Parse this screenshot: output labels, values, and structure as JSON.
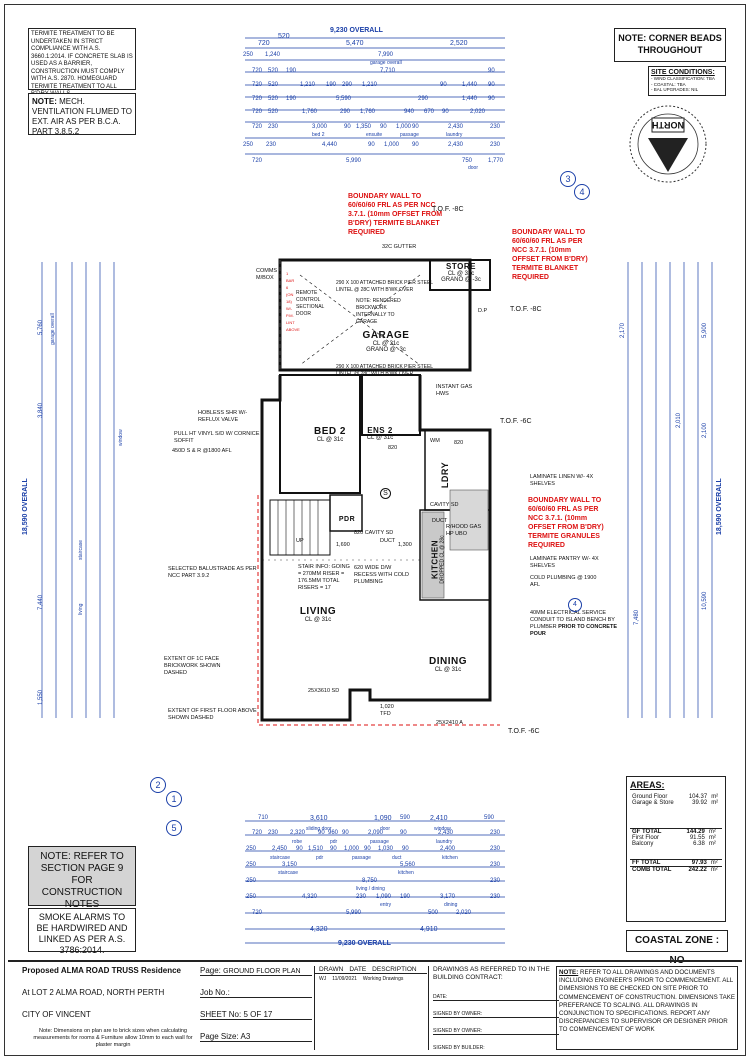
{
  "notes": {
    "termite": "TERMITE TREATMENT TO BE UNDERTAKEN IN STRICT COMPLIANCE WITH A.S. 3660.1:2014. IF CONCRETE SLAB IS USED AS A BARRIER, CONSTRUCTION MUST COMPLY WITH A.S. 2870. HOMEGUARD TERMITE TREATMENT TO ALL B'DRY WALLS",
    "ventilation_prefix": "NOTE:",
    "ventilation": "MECH. VENTILATION FLUMED TO EXT. AIR AS PER B.C.A. PART 3.8.5.2",
    "corner_beads": "NOTE: CORNER BEADS THROUGHOUT",
    "site_conditions_title": "SITE CONDITIONS:",
    "site_conditions": [
      "- WIND CLASSIFICATION: TBA",
      "- COASTAL: TBA",
      "- BAL UPGRADES: NIL"
    ],
    "refer_section": "NOTE: REFER TO SECTION PAGE 9 FOR CONSTRUCTION NOTES",
    "smoke_alarms": "SMOKE ALARMS TO BE HARDWIRED AND LINKED AS PER A.S. 3786:2014.",
    "coastal_zone": "COASTAL ZONE : NO",
    "north": "NORTH"
  },
  "boundary_notes": {
    "top": "BOUNDARY WALL TO 60/60/60 FRL AS PER NCC 3.7.1. (10mm OFFSET FROM B'DRY) TERMITE BLANKET REQUIRED",
    "right_top": "BOUNDARY WALL TO 60/60/60 FRL AS PER NCC 3.7.1. (10mm OFFSET FROM B'DRY) TERMITE BLANKET REQUIRED",
    "right_mid": "BOUNDARY WALL TO 60/60/60 FRL AS PER NCC 3.7.1. (10mm OFFSET FROM B'DRY) TERMITE GRANULES REQUIRED"
  },
  "top_dims": {
    "overall": "9,230 OVERALL",
    "row1": [
      "720",
      "520",
      "5,470",
      "2,520"
    ],
    "row2": [
      "250",
      "1,240",
      "7,990"
    ],
    "row2_caption": "garage overall",
    "row3": [
      "720",
      "520",
      "190",
      "7,710",
      "90"
    ],
    "row4": [
      "720",
      "520",
      "1,210",
      "190",
      "290",
      "1,210",
      "90",
      "1,440",
      "90"
    ],
    "row5": [
      "720",
      "520",
      "190",
      "5,590",
      "290",
      "1,440",
      "90"
    ],
    "row6": [
      "720",
      "520",
      "1,760",
      "290",
      "1,760",
      "940",
      "670",
      "90",
      "2,020"
    ],
    "row7": [
      "720",
      "230",
      "3,000",
      "90",
      "1,350",
      "90",
      "1,000",
      "90",
      "2,430",
      "230"
    ],
    "row7_caption": [
      "bed 2",
      "ensuite",
      "passage",
      "laundry"
    ],
    "row8": [
      "250",
      "230",
      "4,440",
      "90",
      "1,000",
      "90",
      "2,430",
      "230"
    ],
    "row9": [
      "720",
      "5,990",
      "750",
      "1,770"
    ],
    "row9_caption": [
      "door"
    ]
  },
  "bottom_dims": {
    "row1": [
      "710",
      "3,610",
      "1,090",
      "590",
      "2,410",
      "590"
    ],
    "row1_caption": [
      "sliding door",
      "door",
      "window"
    ],
    "row2": [
      "720",
      "230",
      "2,320",
      "90",
      "960",
      "90",
      "2,090",
      "90",
      "2,430",
      "230"
    ],
    "row2_caption": [
      "robe",
      "pdr",
      "passage",
      "laundry"
    ],
    "row3": [
      "250",
      "2,450",
      "90",
      "1,510",
      "90",
      "1,000",
      "90",
      "1,030",
      "90",
      "2,400",
      "230"
    ],
    "row3_caption": [
      "staircase",
      "pdr",
      "passage",
      "duct",
      "kitchen"
    ],
    "row4": [
      "250",
      "3,150",
      "5,560",
      "230"
    ],
    "row4_caption": [
      "staircase",
      "kitchen"
    ],
    "row5": [
      "250",
      "8,750",
      "230"
    ],
    "row5_caption": [
      "living / dining"
    ],
    "row6": [
      "250",
      "4,320",
      "230",
      "1,090",
      "190",
      "3,170",
      "230"
    ],
    "row6_caption": [
      "entry",
      "dining"
    ],
    "row7": [
      "720",
      "5,990",
      "500",
      "2,020"
    ],
    "row8": [
      "4,320",
      "4,910"
    ],
    "overall": "9,230 OVERALL"
  },
  "left_dims": {
    "overall": "18,590 OVERALL",
    "major": [
      "5,760",
      "3,840",
      "7,440",
      "1,550"
    ],
    "labels": [
      "garage overall",
      "window",
      "staircase",
      "living"
    ]
  },
  "right_dims": {
    "overall": "18,590 OVERALL",
    "major": [
      "5,900",
      "2,100",
      "10,590"
    ],
    "minor": [
      "2,170",
      "2,010",
      "7,480"
    ]
  },
  "rooms": {
    "garage": {
      "name": "GARAGE",
      "level": "CL @ 31c",
      "grano": "GRANO @ -3c"
    },
    "store": {
      "name": "STORE",
      "level": "CL @ 31c",
      "grano": "GRANO @ -3c"
    },
    "bed2": {
      "name": "BED 2",
      "level": "CL @ 31c"
    },
    "ens2": {
      "name": "ENS 2",
      "level": "CL @ 31c"
    },
    "pdr": {
      "name": "PDR"
    },
    "ldry": {
      "name": "LDRY"
    },
    "kitchen": {
      "name": "KITCHEN",
      "level": "DROPPED CL @ 28c"
    },
    "living": {
      "name": "LIVING",
      "level": "CL @ 31c"
    },
    "dining": {
      "name": "DINING",
      "level": "CL @ 31c"
    }
  },
  "plan_labels": {
    "tof_top": "T.O.F. -8c",
    "tof_right": "T.O.F. -8c",
    "tof_mid": "T.O.F. -6c",
    "tof_bottom": "T.O.F. -6c",
    "gutter": "32c GUTTER",
    "comms": "COMMS M/BOX",
    "remote_door": "REMOTE CONTROL SECTIONAL DOOR",
    "lintel1": "290 x 100 ATTACHED BRICK PIER STEEL LINTEL @ 28c WITH B'WK OVER",
    "lintel2": "290 x 100 ATTACHED BRICK PIER STEEL LINTEL @ 28c WITH B'WK OVER",
    "rendered": "NOTE: RENDERED BRICKWORK INTERNALLY TO GARAGE",
    "hobless": "HOBLESS SHR W/- REFLUX VALVE",
    "vinyl": "PULL HT VINYL S/D W/ CORNICE SOFFIT",
    "blinds": "450D S & R @1800 AFL",
    "balustrade": "SELECTED BALUSTRADE AS PER NCC PART 3.9.2",
    "stair_info": "STAIR INFO: GOING = 270mm RISER = 176.5mm TOTAL RISERS = 17",
    "dw_recess": "620 WIDE D/W RECESS WITH COLD PLUMBING",
    "instant_gas": "INSTANT GAS HWS",
    "linen": "LAMINATE LINEN W/- 4x SHELVES",
    "pantry": "LAMINATE PANTRY W/- 4x SHELVES",
    "cold_plumbing": "COLD PLUMBING @ 1900 AFL",
    "conduit": "40mm ELECTRICAL SERVICE CONDUIT TO ISLAND BENCH BY PLUMBER",
    "conduit_bold": "PRIOR TO CONCRETE POUR",
    "face_brick": "EXTENT OF 1c FACE BRICKWORK SHOWN DASHED",
    "first_floor": "EXTENT OF FIRST FLOOR ABOVE SHOWN DASHED",
    "sd_living": "25x3610 SD",
    "sd_dining": "25x2410 A",
    "tfd": "1,020 TFD",
    "cavity1": "820 CAVITY SD",
    "cavity2": "CAVITY SD",
    "duct": "DUCT",
    "rhood": "R/HOOD GAS HP UBO",
    "up": "UP",
    "dim_1690": "1,690",
    "dim_1300": "1,300",
    "dim_820": "820",
    "dim_820b": "820",
    "dp": "D.P",
    "wm": "WM",
    "s_mark": "S",
    "lintel_side": "1 BAR 6 (ON 18) W/- P.M. LINT ABOVE",
    "duct_label": "DUCT"
  },
  "markers": {
    "m34_top": "3",
    "m34_bot": "4",
    "m2": "2",
    "m1": "1",
    "m5": "5",
    "m4": "4"
  },
  "areas": {
    "title": "AREAS:",
    "rows": [
      {
        "label": "Ground Floor",
        "value": "104.37",
        "unit": "m²"
      },
      {
        "label": "Garage & Store",
        "value": "39.92",
        "unit": "m²"
      }
    ],
    "gf_total_label": "GF TOTAL",
    "gf_total": "144.29",
    "ff_rows": [
      {
        "label": "First Floor",
        "value": "91.55",
        "unit": "m²"
      },
      {
        "label": "Balcony",
        "value": "6.38",
        "unit": "m²"
      }
    ],
    "ff_total_label": "FF TOTAL",
    "ff_total": "97.93",
    "comb_total_label": "COMB TOTAL",
    "comb_total": "242.22",
    "unit": "m²"
  },
  "title_block": {
    "project": "Proposed ALMA ROAD TRUSS Residence",
    "address": "At LOT 2 ALMA ROAD, NORTH PERTH",
    "city": "CITY OF VINCENT",
    "footnote": "Note: Dimensions on plan are to brick sizes when calculating measurements for rooms & Furniture allow 10mm to each wall for plaster margin",
    "page_label": "Page:",
    "page_value": "GROUND FLOOR PLAN",
    "job_label": "Job No.:",
    "sheet_label": "SHEET No:",
    "sheet_value": "5 OF 17",
    "pagesize_label": "Page Size:",
    "pagesize_value": "A3",
    "drawn_head": [
      "DRAWN",
      "DATE",
      "DESCRIPTION"
    ],
    "drawn_row": [
      "WJ",
      "11/09/2021",
      "Working Drawings"
    ],
    "contract_title": "DRAWINGS AS REFERRED TO IN THE BUILDING CONTRACT:",
    "date_label": "DATE:",
    "signed_owner1": "SIGNED BY OWNER:",
    "signed_owner2": "SIGNED BY OWNER:",
    "signed_builder": "SIGNED BY BUILDER:",
    "note_prefix": "NOTE:",
    "note_text": "REFER TO ALL DRAWINGS AND DOCUMENTS INCLUDING ENGINEER'S PRIOR TO COMMENCEMENT. ALL DIMENSIONS TO BE CHECKED ON SITE PRIOR TO COMMENCEMENT OF CONSTRUCTION. DIMENSIONS TAKE PREFERANCE TO SCALING. ALL DRAWINGS IN CONJUNCTION TO SPECIFICATIONS. REPORT ANY DISCREPANCIES TO SUPERVISOR OR DESIGNER PRIOR TO COMMENCEMENT OF WORK"
  }
}
